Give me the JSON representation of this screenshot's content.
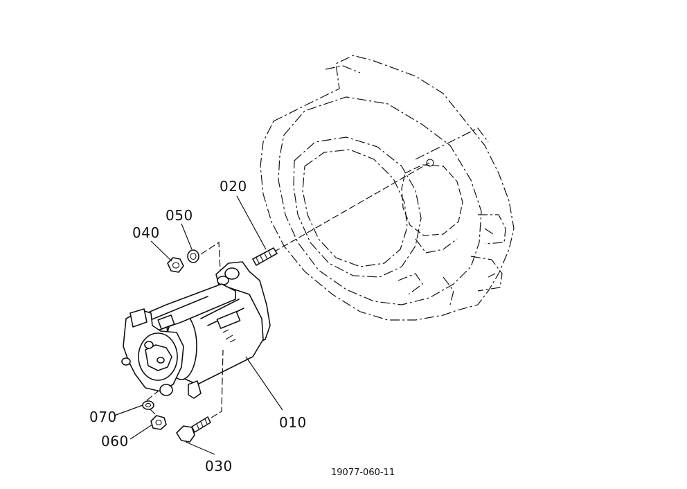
{
  "diagram": {
    "part_labels": [
      {
        "id": "010",
        "text": "010"
      },
      {
        "id": "020",
        "text": "020"
      },
      {
        "id": "030",
        "text": "030"
      },
      {
        "id": "040",
        "text": "040"
      },
      {
        "id": "050",
        "text": "050"
      },
      {
        "id": "060",
        "text": "060"
      },
      {
        "id": "070",
        "text": "070"
      }
    ],
    "reference_code": "19077-060-11"
  }
}
